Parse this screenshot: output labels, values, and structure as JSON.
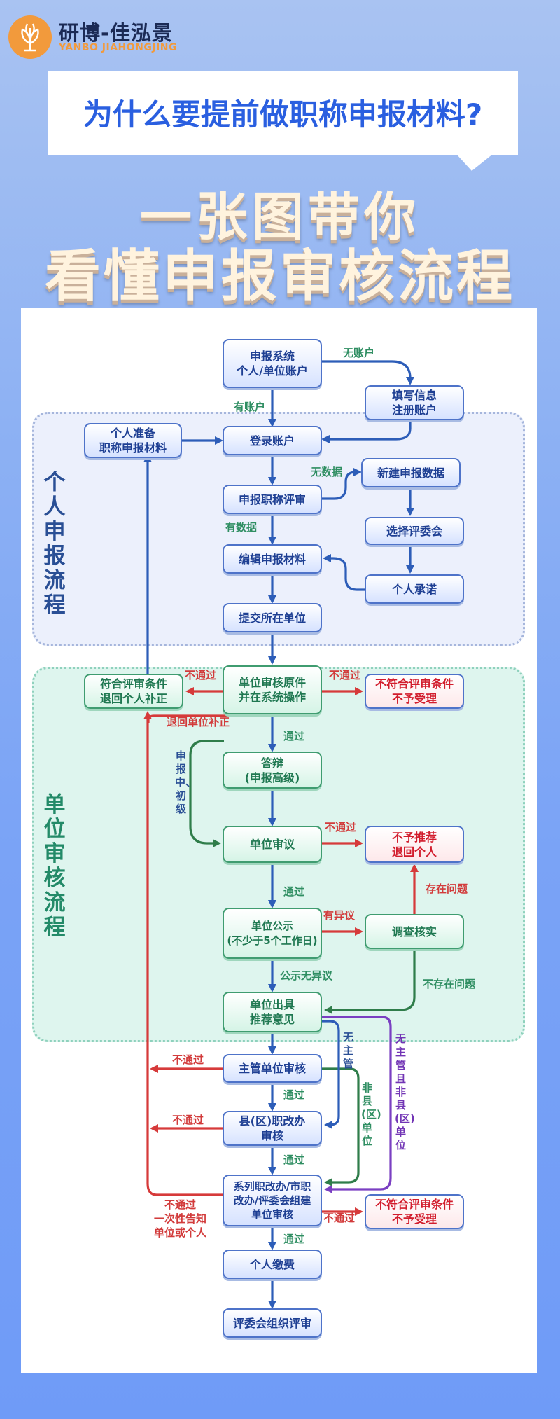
{
  "brand": {
    "name_cn": "研博-佳泓景",
    "name_en": "YANBO JIAHONGJING",
    "logo_icon": "leaf-emblem-icon",
    "accent": "#f29a3c"
  },
  "header": {
    "question": "为什么要提前做职称申报材料?",
    "title_line1": "一张图带你",
    "title_line2": "看懂申报审核流程"
  },
  "zones": {
    "personal": "个人申报流程",
    "unit": "单位审核流程"
  },
  "nodes": {
    "system": "申报系统\n个人/单位账户",
    "register": "填写信息\n注册账户",
    "prepare": "个人准备\n职称申报材料",
    "login": "登录账户",
    "apply": "申报职称评审",
    "new_data": "新建申报数据",
    "choose_committee": "选择评委会",
    "edit": "编辑申报材料",
    "promise": "个人承诺",
    "submit": "提交所在单位",
    "meet_return": "符合评审条件\n退回个人补正",
    "unit_review": "单位审核原件\n并在系统操作",
    "not_meet_1": "不符合评审条件\n不予受理",
    "defense": "答辩\n(申报高级)",
    "unit_discuss": "单位审议",
    "not_recommend": "不予推荐\n退回个人",
    "unit_publicity": "单位公示\n(不少于5个工作日)",
    "investigate": "调查核实",
    "unit_opinion": "单位出具\n推荐意见",
    "supervisor": "主管单位审核",
    "county": "县(区)职改办\n审核",
    "series": "系列职改办/市职\n改办/评委会组建\n单位审核",
    "not_meet_2": "不符合评审条件\n不予受理",
    "payment": "个人缴费",
    "final": "评委会组织评审"
  },
  "labels": {
    "no_account": "无账户",
    "has_account": "有账户",
    "no_data": "无数据",
    "has_data": "有数据",
    "fail": "不通过",
    "return_unit": "退回单位补正",
    "pass": "通过",
    "mid_junior": "申报中、初级",
    "has_objection": "有异议",
    "has_problem": "存在问题",
    "no_objection": "公示无异议",
    "no_problem": "不存在问题",
    "no_supervisor": "无主管",
    "non_county": "非县(区)单位",
    "no_sup_non_county": "无主管且非县(区)单位",
    "fail_notify": "不通过\n一次性告知\n单位或个人"
  },
  "colors": {
    "blue": "#2d5db8",
    "green": "#2f7d4a",
    "red": "#d63a3a",
    "purple": "#7a3fc2"
  }
}
